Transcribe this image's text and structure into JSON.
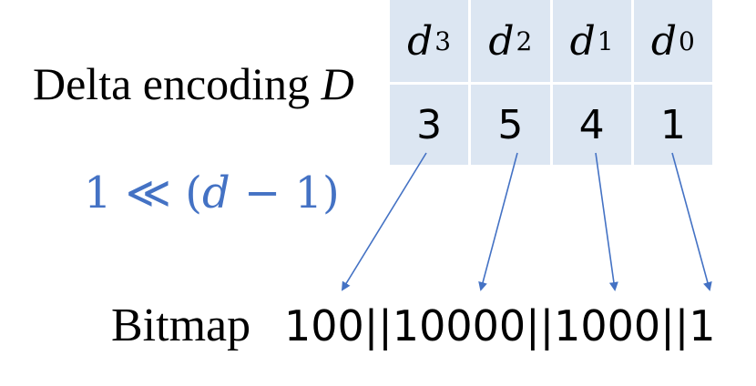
{
  "delta": {
    "label_text": "Delta encoding ",
    "label_var": "D"
  },
  "table": {
    "headers": [
      {
        "var": "d",
        "sub": "3"
      },
      {
        "var": "d",
        "sub": "2"
      },
      {
        "var": "d",
        "sub": "1"
      },
      {
        "var": "d",
        "sub": "0"
      }
    ],
    "values": [
      "3",
      "5",
      "4",
      "1"
    ]
  },
  "formula": {
    "prefix": "1 ≪ (",
    "var": "d",
    "suffix": " − 1)"
  },
  "bitmap": {
    "label": "Bitmap",
    "value": "100||10000||1000||1"
  },
  "colors": {
    "cell_fill": "#dce6f2",
    "accent_blue": "#4472c4"
  }
}
